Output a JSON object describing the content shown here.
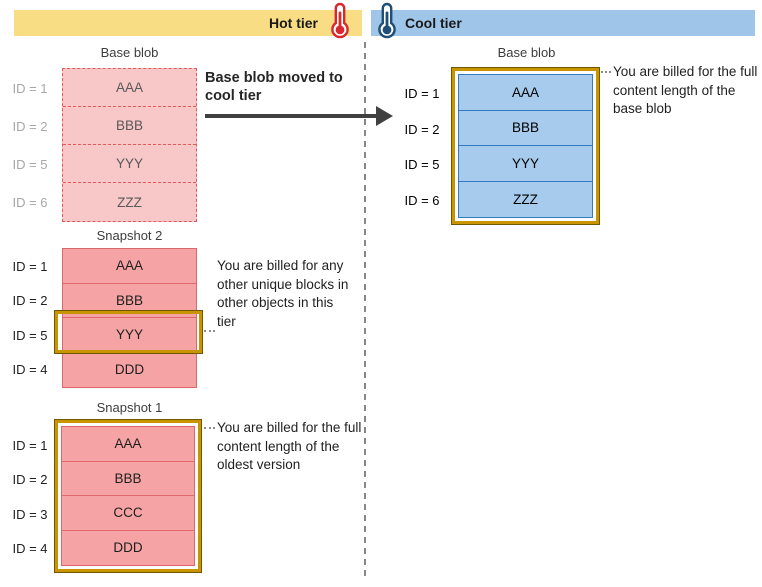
{
  "colors": {
    "hot_bar": "#F8DD84",
    "cool_bar": "#9FC5E8",
    "hot_accent": "#D8282E",
    "cool_accent": "#1F4E79",
    "pink_fill_light": "#F8C7C7",
    "pink_fill": "#F5A3A4",
    "red_border": "#E4595C",
    "blue_fill": "#A6CBEC",
    "blue_border": "#3579BE",
    "gold_highlight": "#C99400",
    "arrow": "#404040"
  },
  "icons": {
    "hot": "thermometer-icon",
    "cool": "thermometer-icon"
  },
  "header": {
    "hot_label": "Hot tier",
    "cool_label": "Cool tier"
  },
  "transition": {
    "label": "Base blob moved to cool tier"
  },
  "hot": {
    "base_blob": {
      "title": "Base blob",
      "rows": [
        {
          "id": "ID = 1",
          "block": "AAA"
        },
        {
          "id": "ID = 2",
          "block": "BBB"
        },
        {
          "id": "ID = 5",
          "block": "YYY"
        },
        {
          "id": "ID = 6",
          "block": "ZZZ"
        }
      ]
    },
    "snapshot2": {
      "title": "Snapshot 2",
      "rows": [
        {
          "id": "ID = 1",
          "block": "AAA"
        },
        {
          "id": "ID = 2",
          "block": "BBB"
        },
        {
          "id": "ID = 5",
          "block": "YYY"
        },
        {
          "id": "ID = 4",
          "block": "DDD"
        }
      ],
      "annotation": "You are billed for any other unique blocks in other objects in this tier"
    },
    "snapshot1": {
      "title": "Snapshot 1",
      "rows": [
        {
          "id": "ID = 1",
          "block": "AAA"
        },
        {
          "id": "ID = 2",
          "block": "BBB"
        },
        {
          "id": "ID = 3",
          "block": "CCC"
        },
        {
          "id": "ID = 4",
          "block": "DDD"
        }
      ],
      "annotation": "You are billed for the full content length of the oldest version"
    }
  },
  "cool": {
    "base_blob": {
      "title": "Base blob",
      "rows": [
        {
          "id": "ID = 1",
          "block": "AAA"
        },
        {
          "id": "ID = 2",
          "block": "BBB"
        },
        {
          "id": "ID = 5",
          "block": "YYY"
        },
        {
          "id": "ID = 6",
          "block": "ZZZ"
        }
      ],
      "annotation": "You are billed for the full content length of the base blob"
    }
  }
}
